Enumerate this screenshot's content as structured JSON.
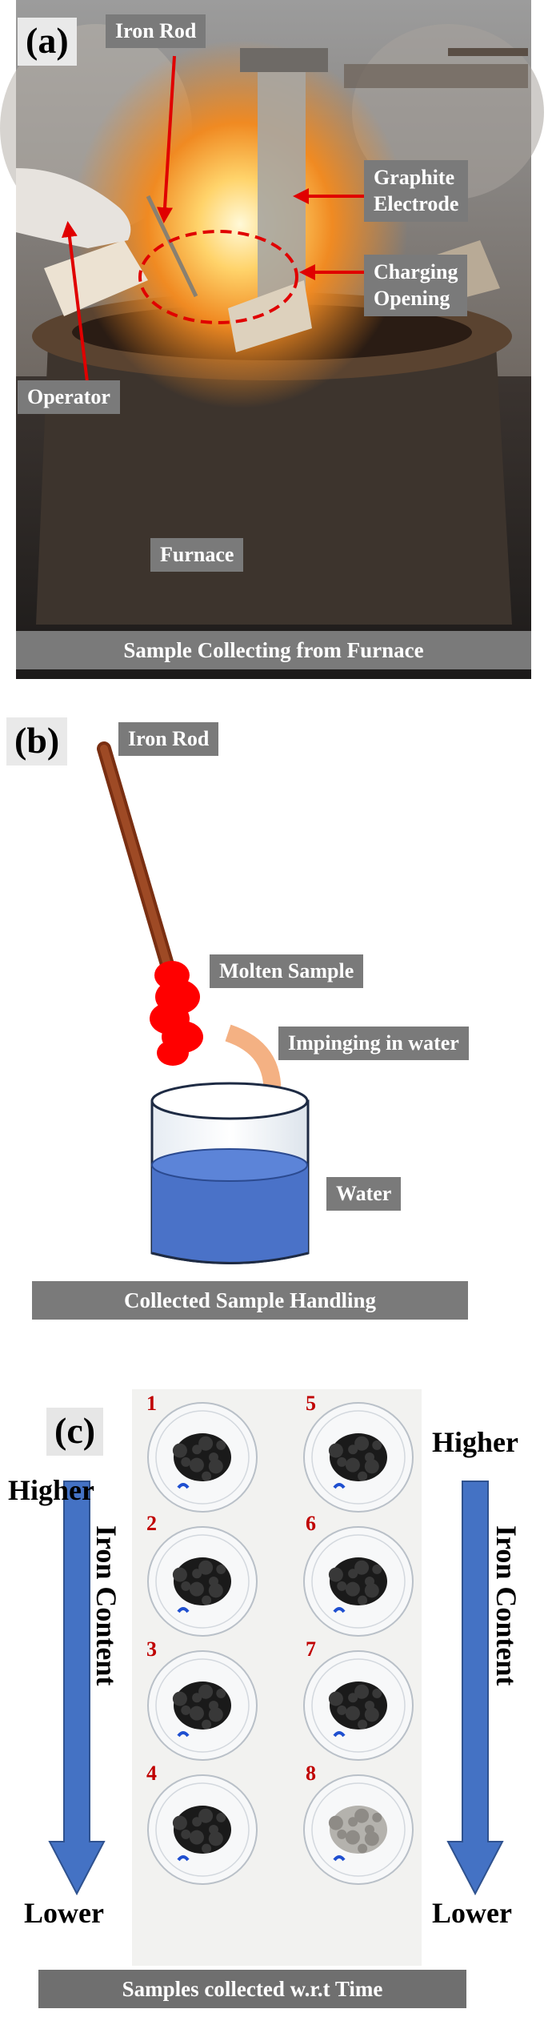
{
  "panel_a": {
    "letter": "(a)",
    "labels": {
      "iron_rod": "Iron Rod",
      "graphite_electrode_line1": "Graphite",
      "graphite_electrode_line2": "Electrode",
      "charging_opening_line1": "Charging",
      "charging_opening_line2": "Opening",
      "operator": "Operator",
      "furnace": "Furnace"
    },
    "caption": "Sample Collecting from Furnace"
  },
  "panel_b": {
    "letter": "(b)",
    "labels": {
      "iron_rod": "Iron Rod",
      "molten_sample": "Molten Sample",
      "impinging": "Impinging in water",
      "water": "Water"
    },
    "caption": "Collected Sample Handling"
  },
  "panel_c": {
    "letter": "(c)",
    "left": {
      "top": "Higher",
      "middle": "Iron Content",
      "bottom": "Lower"
    },
    "right": {
      "top": "Higher",
      "middle": "Iron Content",
      "bottom": "Lower"
    },
    "samples": [
      "1",
      "2",
      "3",
      "4",
      "5",
      "6",
      "7",
      "8"
    ],
    "caption": "Samples collected w.r.t Time"
  },
  "colors": {
    "label_bg": "#7a7a7a",
    "arrow_red": "#e00000",
    "arrow_blue": "#4472c4",
    "rod_brown": "#8b3a1a",
    "water_blue": "#4a72c8",
    "molten_red": "#ff0000",
    "impinge_arrow": "#f4b183"
  }
}
